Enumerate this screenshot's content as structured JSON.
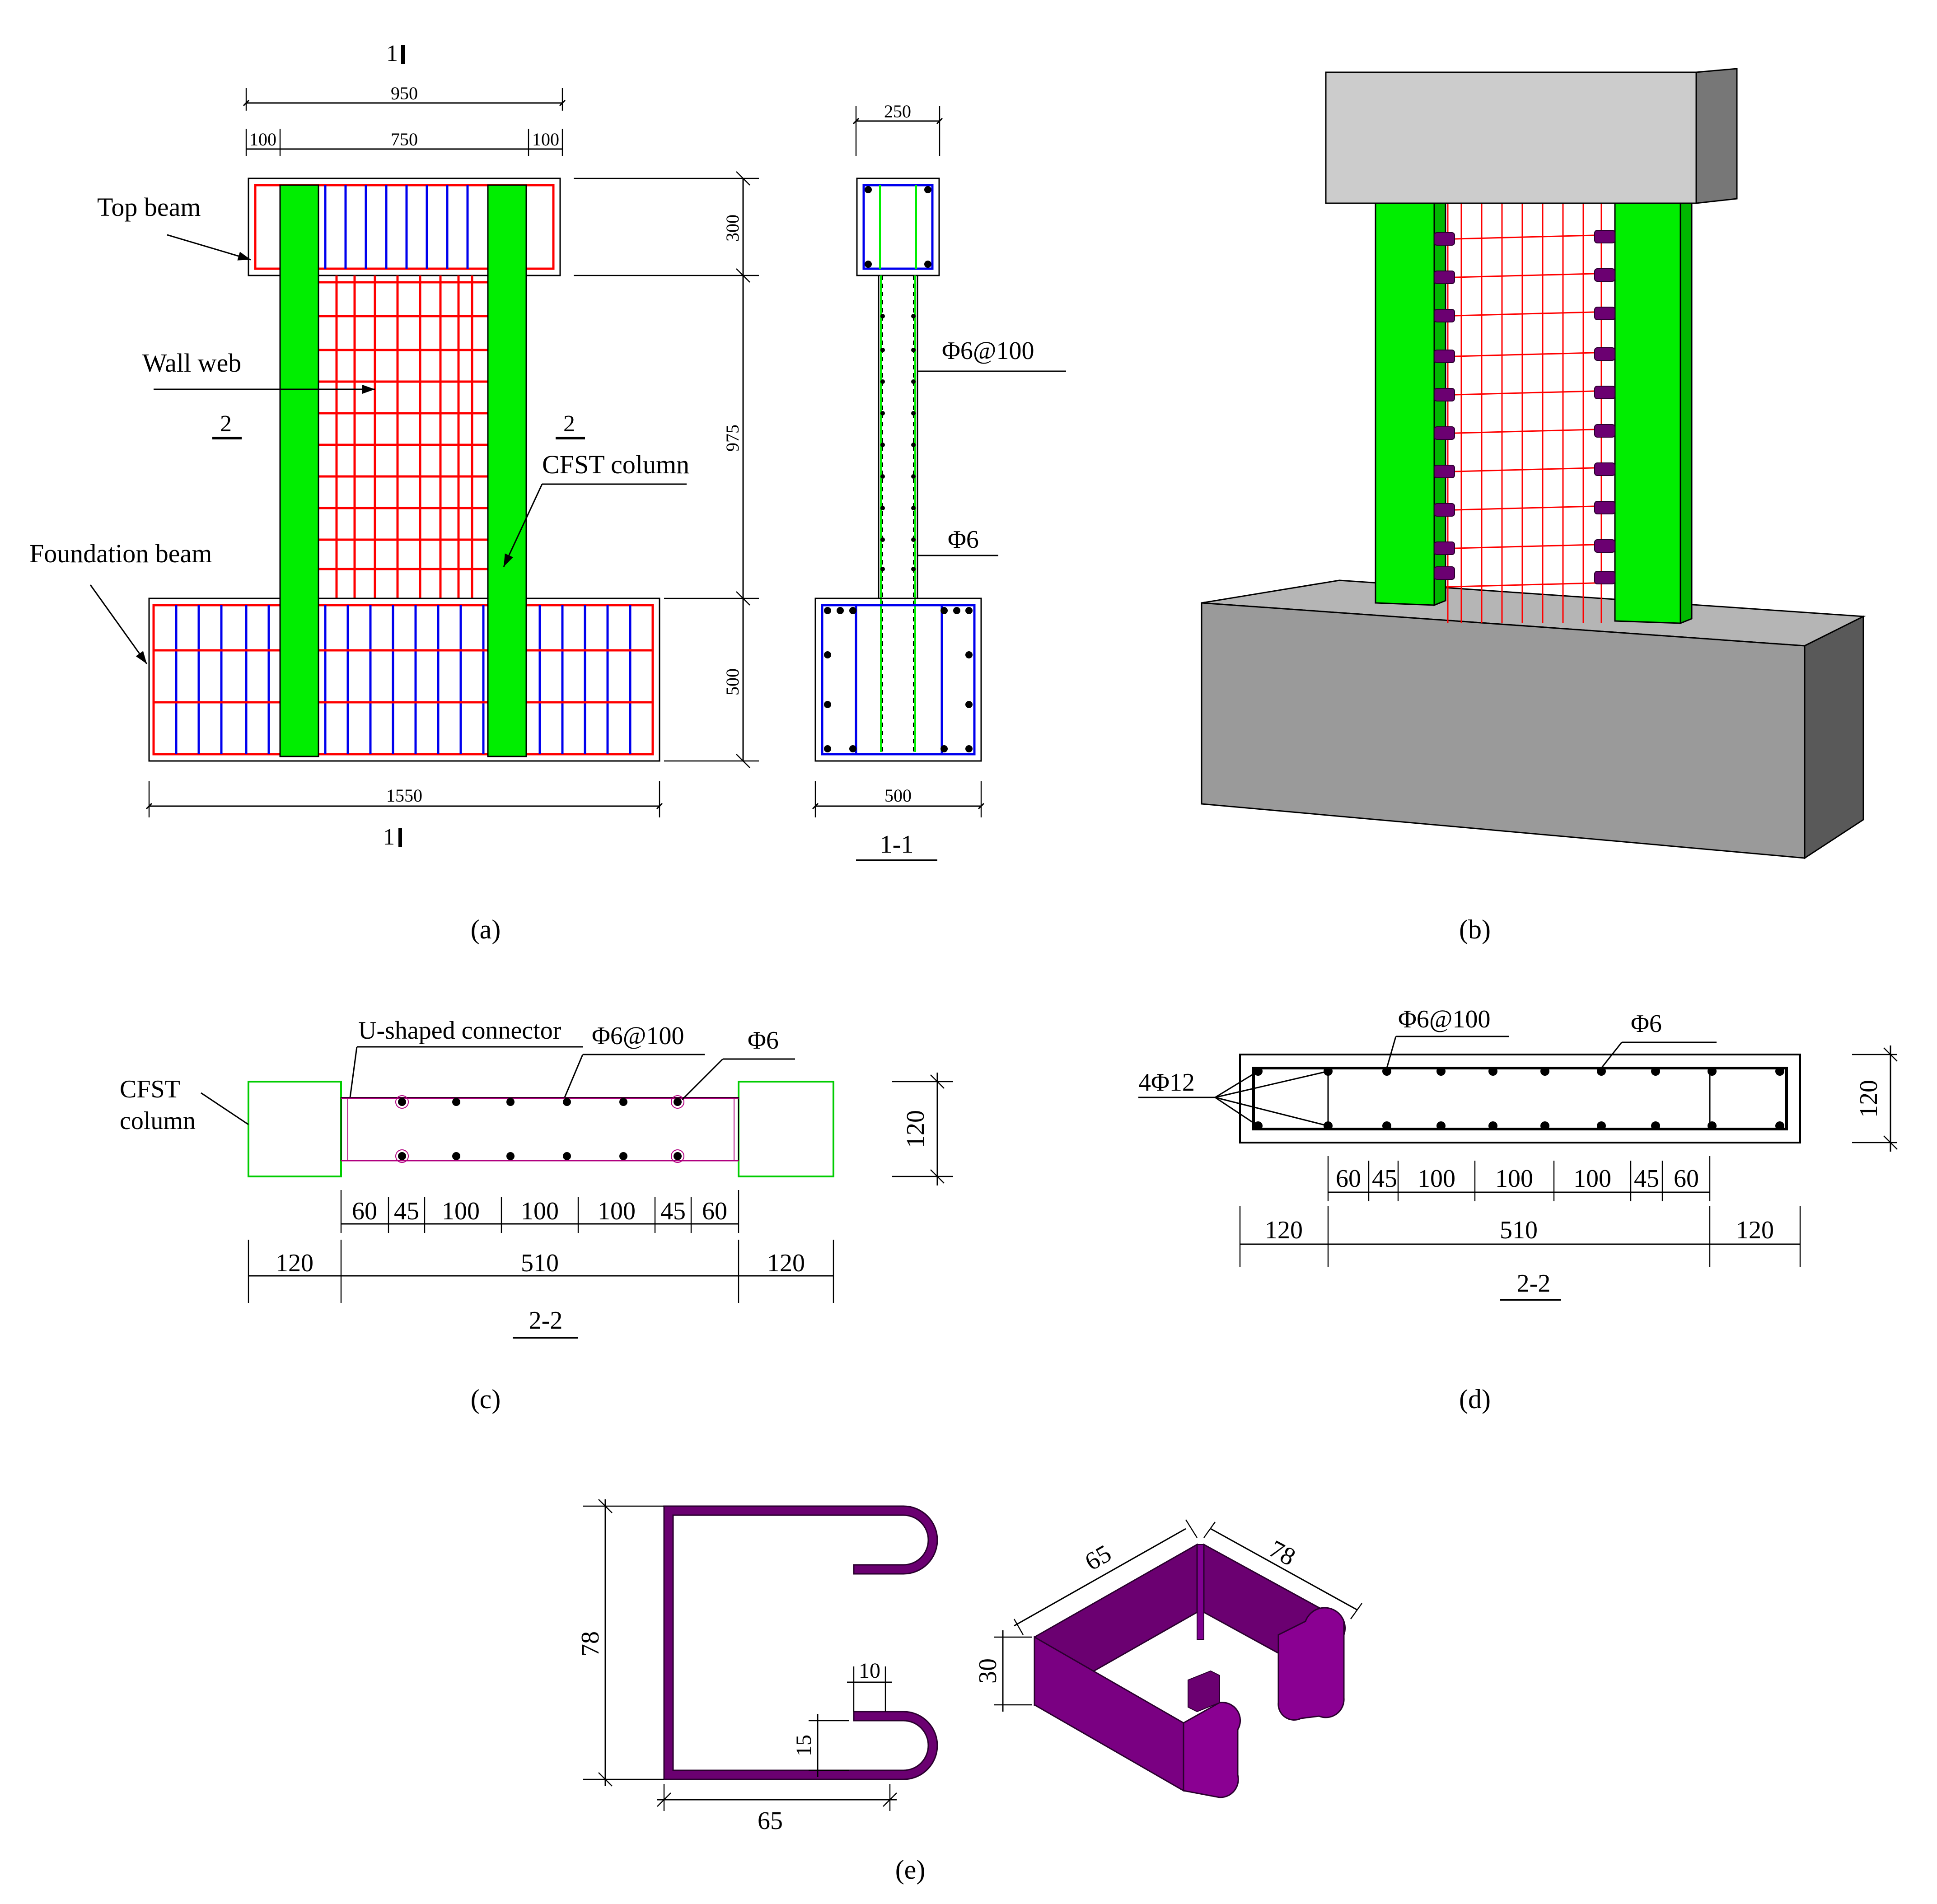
{
  "panel_a": {
    "label": "(a)",
    "section_marks": [
      "1",
      "1",
      "2",
      "2"
    ],
    "dims": {
      "total_top": "950",
      "left_edge": "100",
      "middle": "750",
      "right_edge": "100",
      "top_beam_h": "300",
      "wall_h": "975",
      "foundation_h": "500",
      "total_bottom": "1550"
    },
    "labels": {
      "top_beam": "Top beam",
      "wall_web": "Wall web",
      "cfst_column": "CFST column",
      "foundation_beam": "Foundation beam"
    }
  },
  "panel_a_section": {
    "title": "1-1",
    "dim_top": "250",
    "dim_bottom": "500",
    "rebar_1": "Φ6@100",
    "rebar_2": "Φ6"
  },
  "panel_b": {
    "label": "(b)"
  },
  "panel_c": {
    "label": "(c)",
    "title": "2-2",
    "labels": {
      "connector": "U-shaped connector",
      "rebar_1": "Φ6@100",
      "rebar_2": "Φ6",
      "cfst_line1": "CFST",
      "cfst_line2": "column"
    },
    "spacing": [
      "60",
      "45",
      "100",
      "100",
      "100",
      "45",
      "60"
    ],
    "overall": [
      "120",
      "510",
      "120"
    ],
    "height": "120"
  },
  "panel_d": {
    "label": "(d)",
    "title": "2-2",
    "labels": {
      "rebar_1": "Φ6@100",
      "rebar_2": "Φ6",
      "corner": "4Φ12"
    },
    "spacing": [
      "60",
      "45",
      "100",
      "100",
      "100",
      "45",
      "60"
    ],
    "overall": [
      "120",
      "510",
      "120"
    ],
    "height": "120"
  },
  "panel_e": {
    "label": "(e)",
    "dims_2d": {
      "height": "78",
      "width": "65",
      "gap": "10",
      "hook": "15"
    },
    "dims_3d": {
      "width": "65",
      "depth": "78",
      "height": "30"
    }
  },
  "colors": {
    "cfst_green": "#00ee00",
    "rebar_red": "#ff0000",
    "stirrup_blue": "#0000ee",
    "connector_purple": "#6b0071",
    "beam_grey": "#cccccc",
    "foundation_grey": "#9a9a9a"
  }
}
